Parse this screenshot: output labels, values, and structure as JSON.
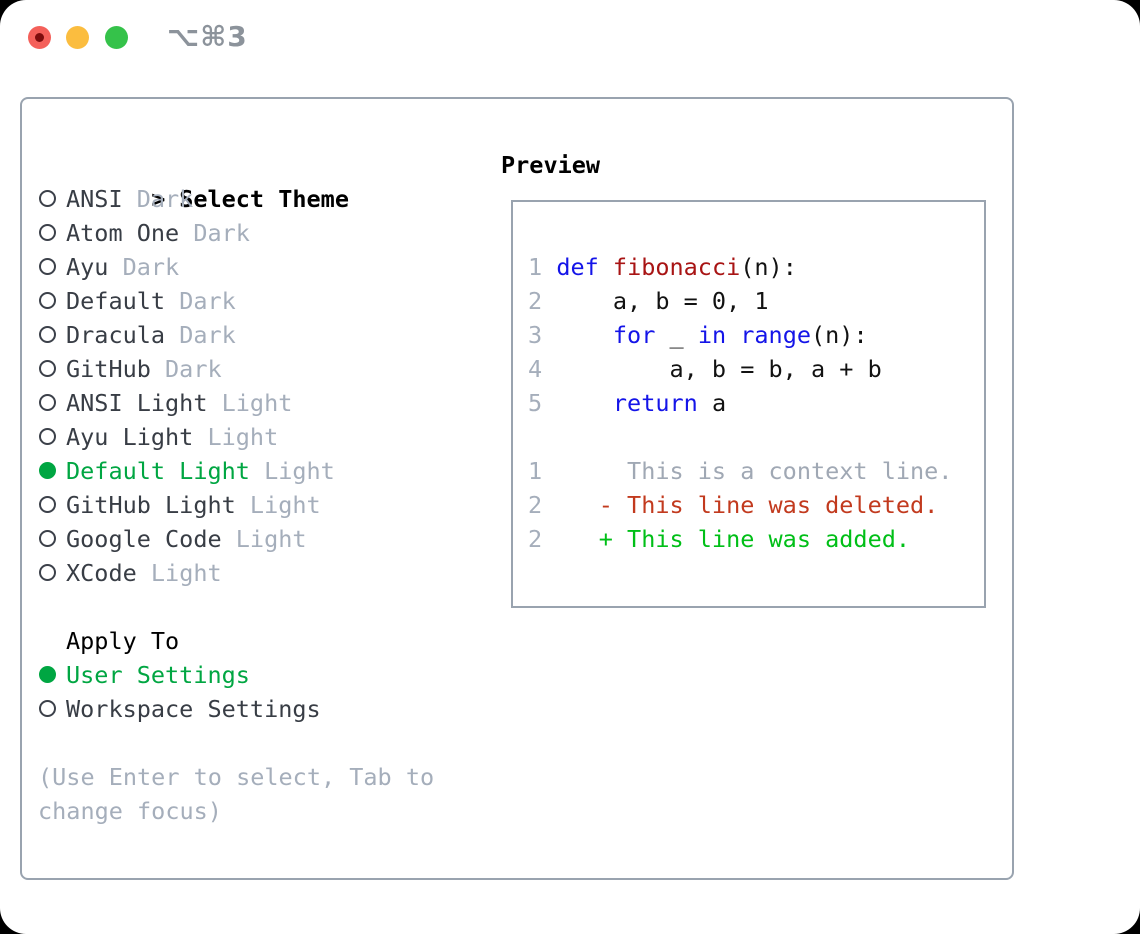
{
  "titlebar": {
    "title": "⌥⌘3"
  },
  "theme_list": {
    "prompt": ">",
    "header": "Select Theme",
    "items": [
      {
        "name": "ANSI",
        "variant": "Dark",
        "selected": false
      },
      {
        "name": "Atom One",
        "variant": "Dark",
        "selected": false
      },
      {
        "name": "Ayu",
        "variant": "Dark",
        "selected": false
      },
      {
        "name": "Default",
        "variant": "Dark",
        "selected": false
      },
      {
        "name": "Dracula",
        "variant": "Dark",
        "selected": false
      },
      {
        "name": "GitHub",
        "variant": "Dark",
        "selected": false
      },
      {
        "name": "ANSI Light",
        "variant": "Light",
        "selected": false
      },
      {
        "name": "Ayu Light",
        "variant": "Light",
        "selected": false
      },
      {
        "name": "Default Light",
        "variant": "Light",
        "selected": true
      },
      {
        "name": "GitHub Light",
        "variant": "Light",
        "selected": false
      },
      {
        "name": "Google Code",
        "variant": "Light",
        "selected": false
      },
      {
        "name": "XCode",
        "variant": "Light",
        "selected": false
      }
    ]
  },
  "preview": {
    "header": "Preview",
    "lines": [
      {
        "segments": [
          {
            "t": "1",
            "c": "ln"
          },
          {
            "t": " ",
            "c": "pl"
          },
          {
            "t": "def",
            "c": "kw"
          },
          {
            "t": " ",
            "c": "pl"
          },
          {
            "t": "fibonacci",
            "c": "fn"
          },
          {
            "t": "(n):",
            "c": "pl"
          }
        ]
      },
      {
        "segments": [
          {
            "t": "2",
            "c": "ln"
          },
          {
            "t": "     a, b = 0, 1",
            "c": "pl"
          }
        ]
      },
      {
        "segments": [
          {
            "t": "3",
            "c": "ln"
          },
          {
            "t": "     ",
            "c": "pl"
          },
          {
            "t": "for",
            "c": "kw"
          },
          {
            "t": " _ ",
            "c": "pl"
          },
          {
            "t": "in",
            "c": "kw"
          },
          {
            "t": " ",
            "c": "pl"
          },
          {
            "t": "range",
            "c": "kw"
          },
          {
            "t": "(n):",
            "c": "pl"
          }
        ]
      },
      {
        "segments": [
          {
            "t": "4",
            "c": "ln"
          },
          {
            "t": "         a, b = b, a + b",
            "c": "pl"
          }
        ]
      },
      {
        "segments": [
          {
            "t": "5",
            "c": "ln"
          },
          {
            "t": "     ",
            "c": "pl"
          },
          {
            "t": "return",
            "c": "kw"
          },
          {
            "t": " a",
            "c": "pl"
          }
        ]
      },
      {
        "segments": [
          {
            "t": " ",
            "c": "pl"
          }
        ]
      },
      {
        "segments": [
          {
            "t": "1",
            "c": "ln"
          },
          {
            "t": "      This is a context line.",
            "c": "ctx"
          }
        ]
      },
      {
        "segments": [
          {
            "t": "2",
            "c": "ln"
          },
          {
            "t": "    ",
            "c": "pl"
          },
          {
            "t": "- This line was deleted.",
            "c": "del"
          }
        ]
      },
      {
        "segments": [
          {
            "t": "2",
            "c": "ln"
          },
          {
            "t": "    ",
            "c": "pl"
          },
          {
            "t": "+ This line was added.",
            "c": "add"
          }
        ]
      }
    ]
  },
  "apply_to": {
    "header": "Apply To",
    "options": [
      {
        "label": "User Settings",
        "selected": true
      },
      {
        "label": "Workspace Settings",
        "selected": false
      }
    ]
  },
  "help": {
    "line1": "(Use Enter to select, Tab to",
    "line2": "change focus)"
  },
  "colors": {
    "panel_border": "#99a3af",
    "selection_green": "#00a642",
    "diff_added_green": "#00bf17",
    "diff_deleted_red": "#c23a1e",
    "keyword_blue": "#1414e8",
    "function_red": "#a81414",
    "muted_gray": "#a5aebb",
    "text_dark": "#383d45",
    "traffic_red": "#f4605a",
    "traffic_yellow": "#fbbd3f",
    "traffic_green": "#35c24a"
  }
}
